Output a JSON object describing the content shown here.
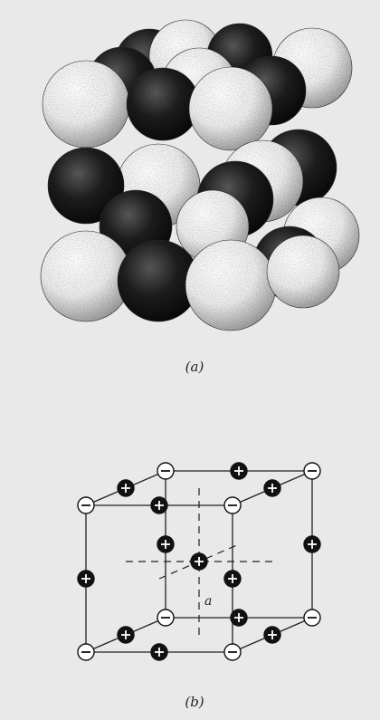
{
  "captions": {
    "part_a": "(a)",
    "part_b": "(b)"
  },
  "lattice": {
    "parameter_label": "a"
  },
  "colors": {
    "background": "#e9e9e9",
    "anion_light": "#f4f4f4",
    "cation_dark": "#141414"
  }
}
